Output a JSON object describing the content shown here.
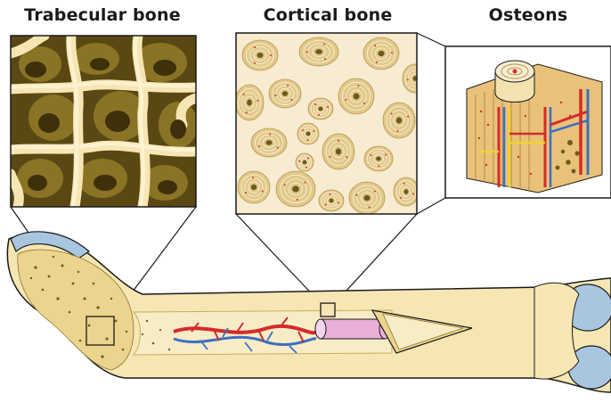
{
  "labels": {
    "trabecular": "Trabecular bone",
    "cortical": "Cortical bone",
    "osteons": "Osteons"
  },
  "colors": {
    "bone_light": "#f5e6b3",
    "bone_fill": "#ecd48f",
    "bone_dark": "#6e5a1c",
    "osteon_ring": "#d9c07a",
    "cartilage": "#a9c6e0",
    "artery": "#d42b2b",
    "vein": "#3b6fc2",
    "nerve": "#f2d330",
    "marrow": "#e8b0d8"
  }
}
